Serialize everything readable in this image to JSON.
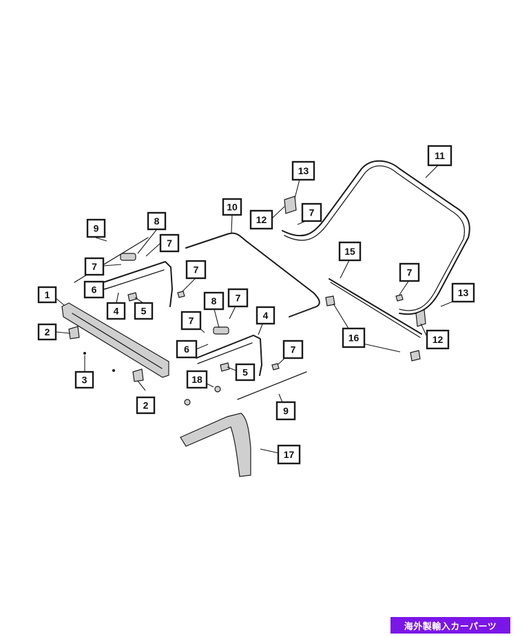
{
  "callouts": {
    "c1": "1",
    "c2a": "2",
    "c2b": "2",
    "c3": "3",
    "c4a": "4",
    "c4b": "4",
    "c5a": "5",
    "c5b": "5",
    "c6a": "6",
    "c6b": "6",
    "c7a": "7",
    "c7b": "7",
    "c7c": "7",
    "c7d": "7",
    "c7e": "7",
    "c7f": "7",
    "c7g": "7",
    "c7h": "7",
    "c7i": "7",
    "c8a": "8",
    "c8b": "8",
    "c9a": "9",
    "c9b": "9",
    "c10": "10",
    "c11": "11",
    "c12a": "12",
    "c12b": "12",
    "c13a": "13",
    "c13b": "13",
    "c15": "15",
    "c16": "16",
    "c17": "17",
    "c18": "18"
  },
  "watermark": "海外製輸入カーパーツ"
}
